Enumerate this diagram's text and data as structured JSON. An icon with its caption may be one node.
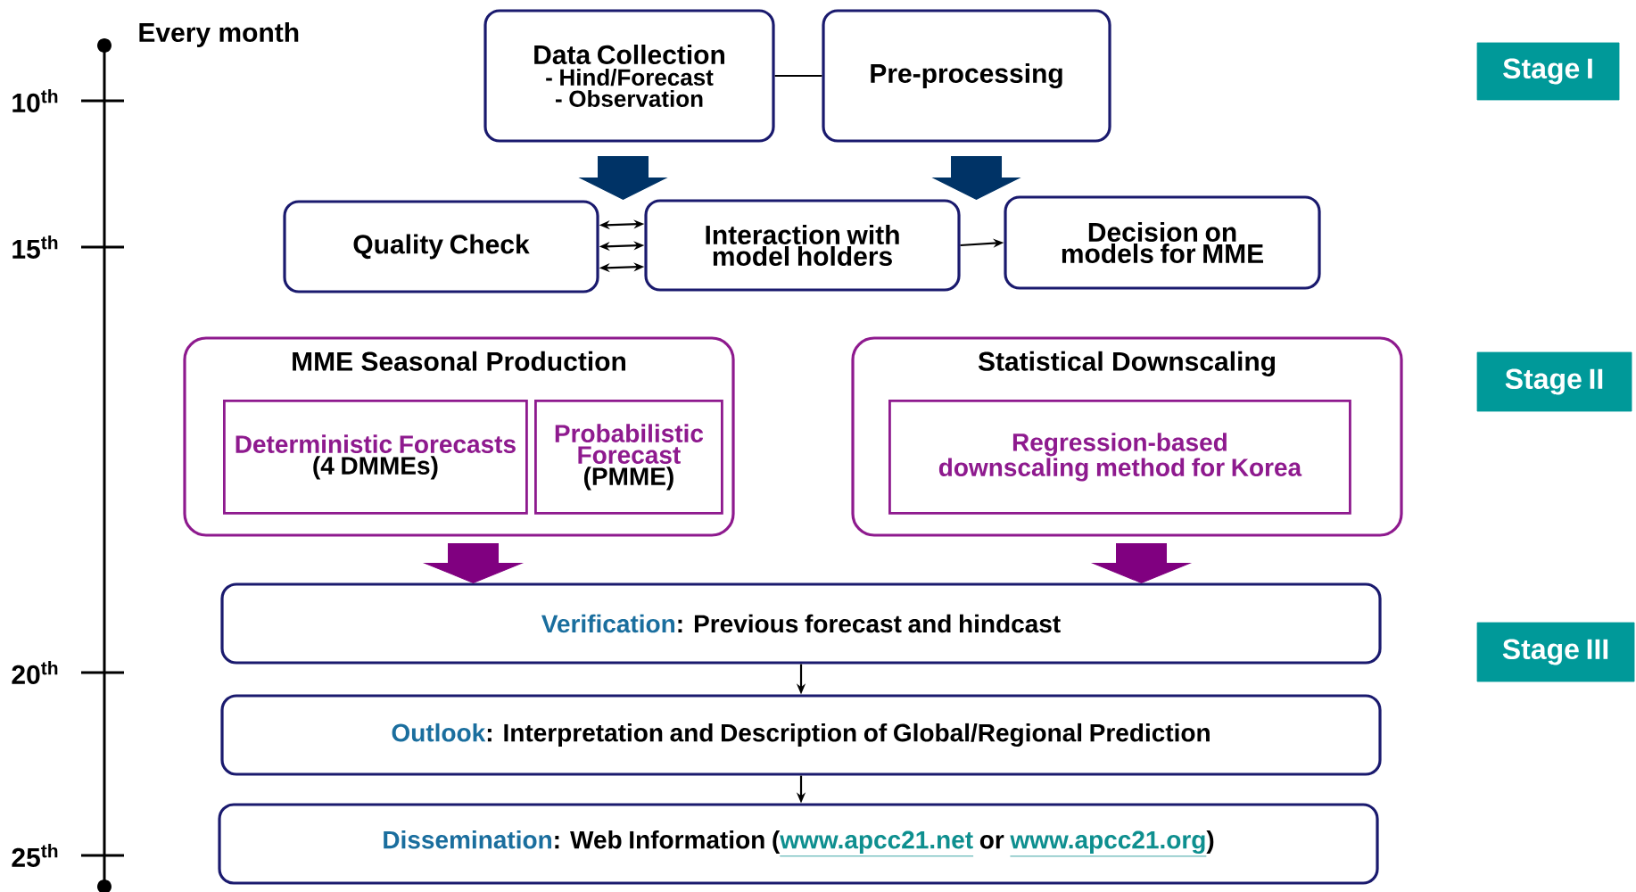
{
  "diagram": {
    "nodes": [
      {
        "text": [
          "Data Collection",
          "- Hind/Forecast",
          "- Observation"
        ]
      },
      {
        "text": [
          "Pre-processing"
        ]
      },
      {
        "text": [
          "Quality Check"
        ]
      },
      {
        "text": [
          "Interaction with model holders"
        ]
      },
      {
        "text": [
          "Decision on models for MME"
        ]
      },
      {
        "text": [
          "MME Seasonal Production"
        ]
      },
      {
        "text": [
          "Deterministic Forecasts",
          "(4 DMMEs)"
        ],
        "in": 5
      },
      {
        "text": [
          "Probabilistic Forecast",
          "(PMME)"
        ],
        "in": 5
      },
      {
        "text": [
          "Statistical Downscaling"
        ]
      },
      {
        "text": [
          "Regression-based downscaling method for Korea"
        ],
        "in": 8
      },
      {
        "text": [
          "Verification",
          ": Previous forecast and hindcast"
        ]
      },
      {
        "text": [
          "Outlook",
          ": Interpretation and Description of Global/Regional Prediction"
        ]
      },
      {
        "text": [
          "Dissemination",
          ": Web Information (",
          "www.apcc21.net",
          "or",
          "www.apcc21.org",
          ")"
        ]
      },
      {
        "text": [
          "Stage I"
        ]
      },
      {
        "text": [
          "Stage II"
        ]
      },
      {
        "text": [
          "Stage III"
        ]
      }
    ],
    "edges": [
      {
        "from": 0,
        "to": 1,
        "arrow": "none"
      },
      {
        "from": 2,
        "to": 3,
        "arrow": "both"
      },
      {
        "from": 2,
        "to": 3,
        "arrow": "both"
      },
      {
        "from": 2,
        "to": 3,
        "arrow": "both"
      },
      {
        "from": 3,
        "to": 4,
        "arrow": "to"
      },
      {
        "from": 0,
        "to": 3,
        "arrow": "to",
        "style": "thick",
        "color": "#003366"
      },
      {
        "from": 1,
        "to": 3,
        "arrow": "to",
        "style": "thick",
        "color": "#003366"
      },
      {
        "from": 5,
        "to": 10,
        "arrow": "to",
        "style": "thick",
        "color": "#800080"
      },
      {
        "from": 8,
        "to": 10,
        "arrow": "to",
        "style": "thick",
        "color": "#800080"
      },
      {
        "from": 10,
        "to": 11,
        "arrow": "to"
      },
      {
        "from": 11,
        "to": 12,
        "arrow": "to"
      }
    ],
    "labels": [
      "Every month",
      "10$^{th}$",
      "15$^{th}$",
      "20$^{th}$",
      "25$^{th}$"
    ]
  }
}
